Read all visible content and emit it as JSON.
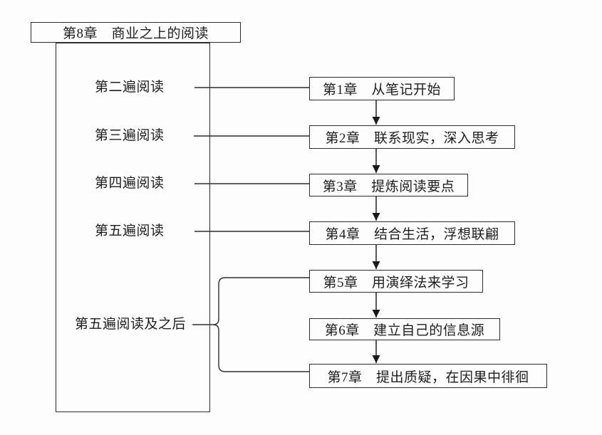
{
  "diagram": {
    "title_box": {
      "label": "第8章　商业之上的阅读"
    },
    "reading_pass_labels": [
      {
        "label": "第二遍阅读"
      },
      {
        "label": "第三遍阅读"
      },
      {
        "label": "第四遍阅读"
      },
      {
        "label": "第五遍阅读"
      },
      {
        "label": "第五遍阅读及之后"
      }
    ],
    "chapters": [
      {
        "label": "第1章　从笔记开始"
      },
      {
        "label": "第2章　联系现实，深入思考"
      },
      {
        "label": "第3章　提炼阅读要点"
      },
      {
        "label": "第4章　结合生活，浮想联翩"
      },
      {
        "label": "第5章　用演绎法来学习"
      },
      {
        "label": "第6章　建立自己的信息源"
      },
      {
        "label": "第7章　提出质疑，在因果中徘徊"
      }
    ],
    "colors": {
      "line": "#2e2e2e",
      "text": "#1d1d1d",
      "background": "#fdfdfd"
    }
  }
}
